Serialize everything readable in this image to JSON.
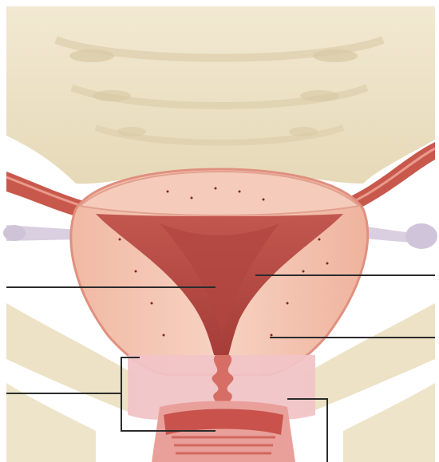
{
  "figure": {
    "kind": "anatomical-illustration",
    "subject_icons": [
      "pelvis-bone",
      "uterus",
      "fallopian-tube",
      "ovary",
      "cervix",
      "vagina"
    ],
    "leader_lines": [
      {
        "name": "leader-line-left-upper"
      },
      {
        "name": "leader-line-right-upper"
      },
      {
        "name": "leader-line-right-lower"
      },
      {
        "name": "leader-line-left-lower"
      },
      {
        "name": "bracket-cervix"
      },
      {
        "name": "leader-line-bottom-right"
      }
    ],
    "colors": {
      "bone": "#eee3c8",
      "bone_shadow": "#d6c8a6",
      "muscle": "#f3c5b2",
      "muscle_edge": "#e0907f",
      "cavity": "#b84a44",
      "tube": "#c9584c",
      "ovary": "#d9cfe0",
      "line": "#2b2b2b"
    }
  }
}
